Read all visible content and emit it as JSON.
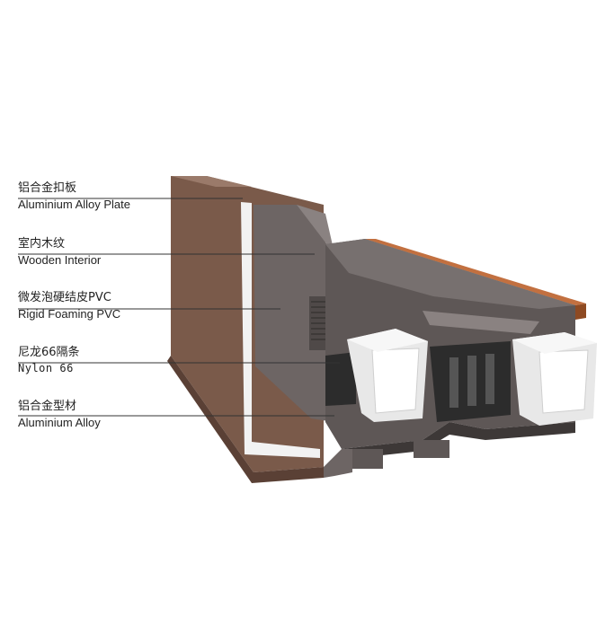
{
  "labels": [
    {
      "zh": "铝合金扣板",
      "en": "Aluminium Alloy Plate"
    },
    {
      "zh": "室内木纹",
      "en": "Wooden Interior"
    },
    {
      "zh": "微发泡硬结皮PVC",
      "en": "Rigid Foaming PVC"
    },
    {
      "zh": "尼龙66隔条",
      "en": "Nylon 66"
    },
    {
      "zh": "铝合金型材",
      "en": "Aluminium Alloy"
    }
  ],
  "colors": {
    "alloy_plate": "#7a5a4a",
    "alloy_plate_dark": "#5a4035",
    "alloy_gray": "#6d6564",
    "alloy_gray_dark": "#4f4948",
    "pvc_light": "#e8e8e8",
    "wood": "#b5622f",
    "nylon": "#2c2c2c",
    "leader_line": "#333333"
  }
}
